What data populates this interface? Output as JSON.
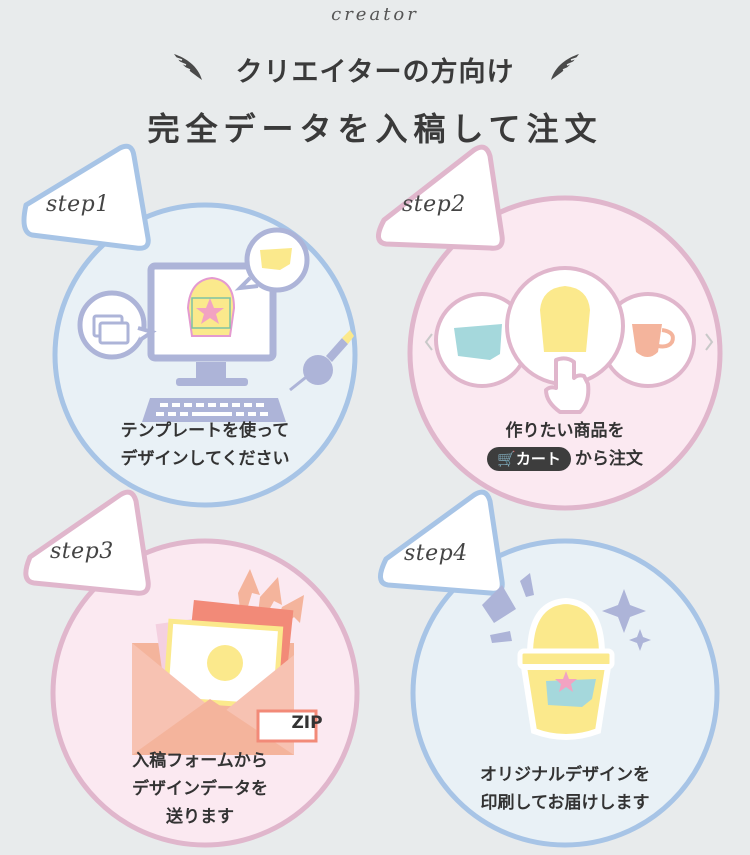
{
  "header": {
    "eyebrow": "creator",
    "headline": "クリエイターの方向け",
    "title": "完全データを入稿して注文"
  },
  "steps": [
    {
      "label": "step1",
      "caption_lines": [
        "テンプレートを使って",
        "デザインしてください"
      ]
    },
    {
      "label": "step2",
      "caption_line1": "作りたい商品を",
      "cart_button": "カート",
      "caption_line2_suffix": "から注文"
    },
    {
      "label": "step3",
      "caption_lines": [
        "入稿フォームから",
        "デザインデータを",
        "送ります"
      ],
      "zip_label": "ZIP"
    },
    {
      "label": "step4",
      "caption_lines": [
        "オリジナルデザインを",
        "印刷してお届けします"
      ]
    }
  ],
  "colors": {
    "background": "#e8ebec",
    "blue_ring": "#a7c4e6",
    "blue_fill": "#e9f1f6",
    "pink_ring": "#e0b6cc",
    "pink_fill": "#fbe9f1",
    "yellow": "#fbe98c",
    "salmon": "#f4b49c"
  }
}
